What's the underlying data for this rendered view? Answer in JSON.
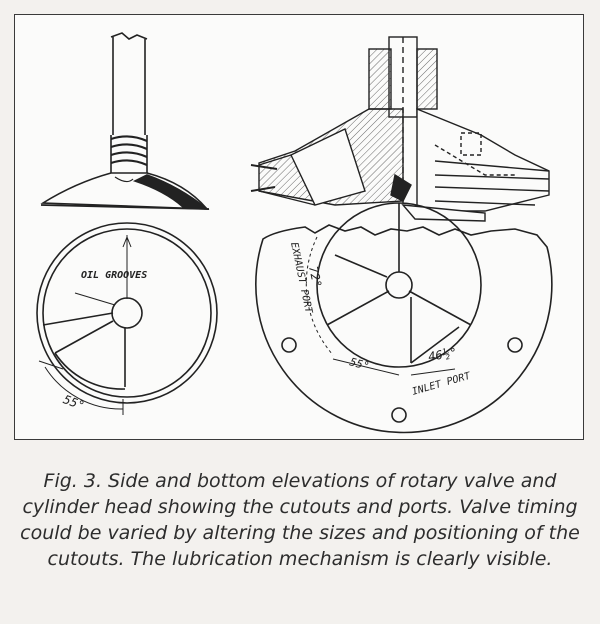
{
  "figure": {
    "labels": {
      "oil_grooves": "OIL GROOVES",
      "angle_55_left": "55°",
      "exhaust_port": "EXHAUST PORT",
      "angle_72": "72°",
      "angle_55_right": "55°",
      "angle_46": "46½°",
      "inlet_port": "INLET PORT"
    }
  },
  "caption": {
    "text": "Fig. 3. Side and bottom elevations of rotary valve and cylinder head showing the cutouts and ports. Valve timing could be varied by altering the sizes and positioning of the cutouts. The lubrication mechanism is clearly visible."
  }
}
